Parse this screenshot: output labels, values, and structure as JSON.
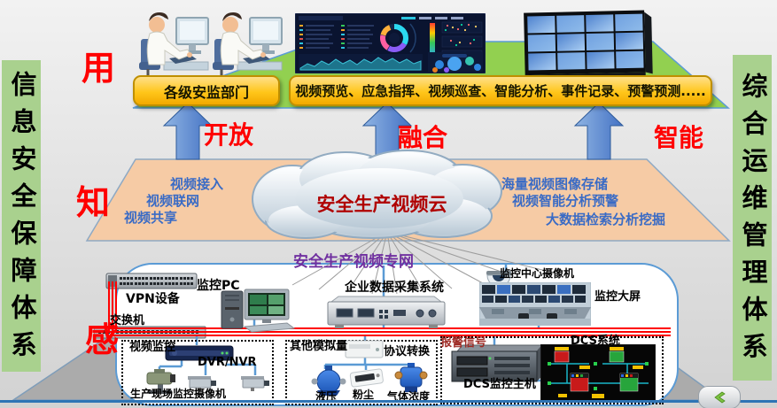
{
  "left_banner": "信息安全保障体系",
  "right_banner": "综合运维管理体系",
  "use_layer": {
    "tag": "用",
    "dept_box": "各级安监部门",
    "feature_box": "视频预览、应急指挥、视频巡查、智能分析、事件记录、预警预测....."
  },
  "arrows": [
    {
      "label": "开放"
    },
    {
      "label": "融合"
    },
    {
      "label": "智能"
    }
  ],
  "know_layer": {
    "tag": "知",
    "cloud": "安全生产视频云",
    "left": [
      "视频接入",
      "视频联网",
      "视频共享"
    ],
    "right": [
      "海量视频图像存储",
      "视频智能分析预警",
      "大数据检索分析挖掘"
    ]
  },
  "sense_layer": {
    "tag": "感",
    "network": "安全生产视频专网",
    "vpn": "VPN设备",
    "switch": "交换机",
    "pc": "监控PC",
    "daq": "企业数据采集系统",
    "center_camera": "监控中心摄像机",
    "big_screen": "监控大屏",
    "video_box": {
      "title": "视频监控",
      "dvr": "DVR/NVR",
      "cameras": "生产现场监控摄像机"
    },
    "analog_box": {
      "title": "其他模拟量",
      "converter": "协议转换",
      "s1": "液压",
      "s2": "粉尘",
      "s3": "气体浓度"
    },
    "alarm_box": {
      "alarm": "报警信号",
      "host": "DCS监控主机",
      "dcs": "DCS系统"
    }
  },
  "colors": {
    "platform_green": "#92D050",
    "band_peach": "#F6CBA5",
    "bar_green": "#A9D18E",
    "gold": "#FFC000",
    "red": "#FF0000",
    "dark_red": "#C00000",
    "purple": "#7030A0",
    "blue_text": "#3A6BC5",
    "line_blue": "#5B9BD5"
  }
}
